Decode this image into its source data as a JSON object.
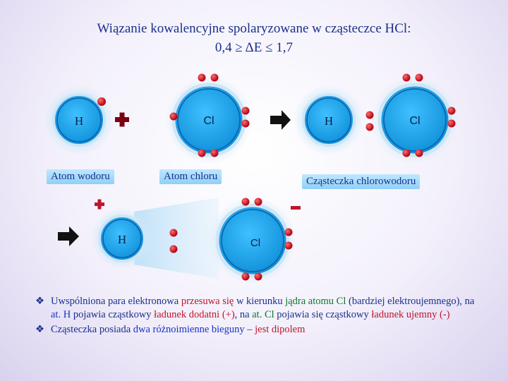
{
  "title_line1": "Wiązanie kowalencyjne  spolaryzowane w cząsteczce HCl:",
  "title_line2": "0,4 ≥ ΔE ≤ 1,7",
  "atoms": {
    "h_symbol": "H",
    "cl_symbol": "Cl"
  },
  "operators": {
    "plus": "+",
    "minus": "−"
  },
  "labels": {
    "hydrogen_atom": "Atom wodoru",
    "chlorine_atom": "Atom chloru",
    "molecule": "Cząsteczka chlorowodoru"
  },
  "colors": {
    "atom_core": "#1aa3e8",
    "electron": "#d0101e",
    "title": "#1a2f8c"
  },
  "notes": {
    "p1_a": "Uwspólniona para elektronowa ",
    "p1_b": "przesuwa  się",
    "p1_c": " w kierunku ",
    "p1_d": "jądra atomu Cl",
    "p1_e": " (bardziej  elektroujemnego), na ",
    "p1_f": "at.  H",
    "p1_g": " pojawia cząstkowy ",
    "p1_h": "ładunek dodatni",
    "p1_i": " ",
    "p1_j": "(+)",
    "p1_k": ", na ",
    "p1_l": "at. Cl",
    "p1_m": " pojawia się cząstkowy ",
    "p1_n": "ładunek ujemny",
    "p1_o": " ",
    "p1_p": "(-)",
    "p2_a": "Cząsteczka posiada ",
    "p2_b": "dwa różnoimienne bieguny",
    "p2_c": " – ",
    "p2_d": "jest dipolem",
    "bullet": "❖"
  }
}
